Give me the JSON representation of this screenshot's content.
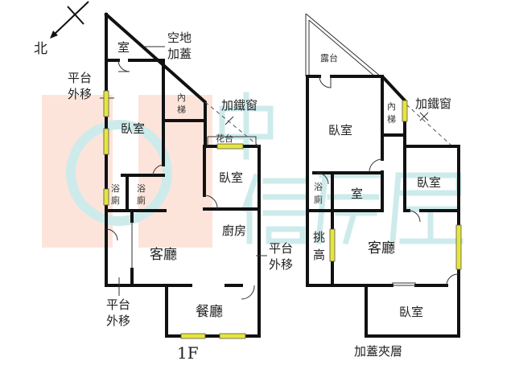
{
  "colors": {
    "wall": "#111111",
    "window": "#e6e63a",
    "watermark_salmon": "#fde2d8",
    "watermark_teal": "#c9e9ea"
  },
  "watermark": {
    "text": "中信房屋"
  },
  "compass": {
    "label": "北"
  },
  "floor_1f": {
    "title": "1F",
    "rooms": {
      "room_top": "室",
      "vacant_land_1": "空地",
      "vacant_land_2": "加蓋",
      "stair_1": "內",
      "stair_2": "梯",
      "bedroom_left": "臥室",
      "bedroom_right": "臥室",
      "bath1_1": "浴",
      "bath1_2": "廁",
      "bath2_1": "浴",
      "bath2_2": "廁",
      "living": "客廳",
      "kitchen": "廚房",
      "dining": "餐廳",
      "planter": "花台"
    },
    "notes": {
      "platform_top_1": "平台",
      "platform_top_2": "外移",
      "platform_right_1": "平台",
      "platform_right_2": "外移",
      "platform_bottom_1": "平台",
      "platform_bottom_2": "外移",
      "iron_window": "加鐵窗"
    }
  },
  "floor_mezz": {
    "title": "加蓋夾層",
    "rooms": {
      "terrace": "露台",
      "stair_1": "內",
      "stair_2": "梯",
      "bedroom_left": "臥室",
      "bedroom_right": "臥室",
      "bath_1": "浴",
      "bath_2": "廁",
      "room_small": "室",
      "high_ceiling_1": "挑",
      "high_ceiling_2": "高",
      "living": "客廳",
      "bedroom_bottom": "臥室"
    },
    "notes": {
      "iron_window": "加鐵窗"
    }
  }
}
